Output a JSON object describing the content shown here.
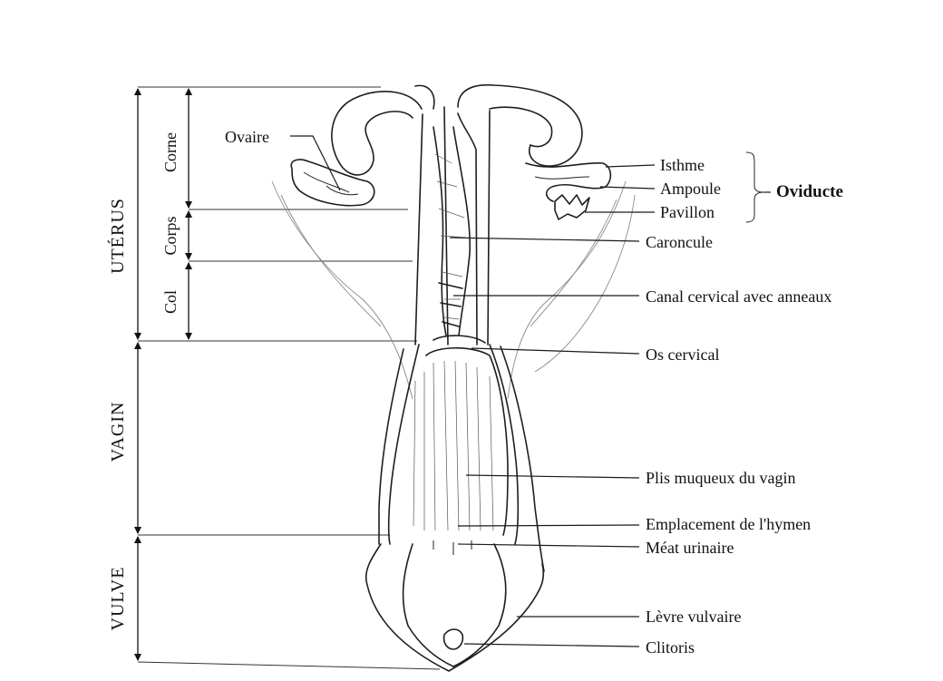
{
  "regions": {
    "uterus": "UTÉRUS",
    "corne": "Corne",
    "corps": "Corps",
    "col": "Col",
    "vagin": "VAGIN",
    "vulve": "VULVE"
  },
  "labels": {
    "ovaire": "Ovaire",
    "isthme": "Isthme",
    "ampoule": "Ampoule",
    "pavillon": "Pavillon",
    "oviducte": "Oviducte",
    "caroncule": "Caroncule",
    "canal_cervical": "Canal cervical avec anneaux",
    "os_cervical": "Os cervical",
    "plis_muqueux": "Plis muqueux du vagin",
    "hymen": "Emplacement de l'hymen",
    "meat": "Méat urinaire",
    "levre": "Lèvre vulvaire",
    "clitoris": "Clitoris"
  }
}
